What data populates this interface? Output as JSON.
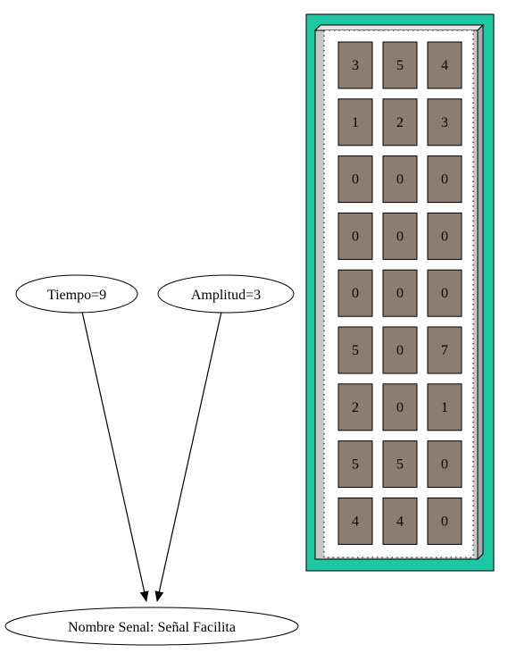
{
  "nodes": {
    "tiempo": "Tiempo=9",
    "amplitud": "Amplitud=3",
    "nombre": "Nombre Senal: Señal Facilita"
  },
  "matrix": {
    "rows": [
      [
        "3",
        "5",
        "4"
      ],
      [
        "1",
        "2",
        "3"
      ],
      [
        "0",
        "0",
        "0"
      ],
      [
        "0",
        "0",
        "0"
      ],
      [
        "0",
        "0",
        "0"
      ],
      [
        "5",
        "0",
        "7"
      ],
      [
        "2",
        "0",
        "1"
      ],
      [
        "5",
        "5",
        "0"
      ],
      [
        "4",
        "4",
        "0"
      ]
    ]
  },
  "colors": {
    "outer_frame": "#1ec8a5",
    "panel": "#c8c8c8",
    "cell_fill": "#8c7d73",
    "background": "#ffffff"
  }
}
